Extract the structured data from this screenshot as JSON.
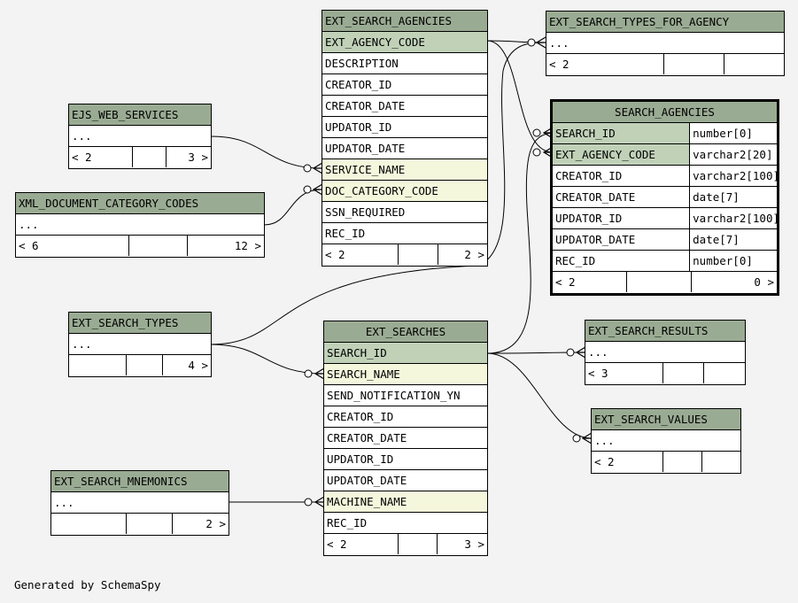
{
  "footer_text": "Generated by SchemaSpy",
  "tables": {
    "ext_search_agencies": {
      "title": "EXT_SEARCH_AGENCIES",
      "columns": [
        "EXT_AGENCY_CODE",
        "DESCRIPTION",
        "CREATOR_ID",
        "CREATOR_DATE",
        "UPDATOR_ID",
        "UPDATOR_DATE",
        "SERVICE_NAME",
        "DOC_CATEGORY_CODE",
        "SSN_REQUIRED",
        "REC_ID"
      ],
      "footer": {
        "left": "< 2",
        "right": "2 >"
      }
    },
    "ext_search_types_for_agency": {
      "title": "EXT_SEARCH_TYPES_FOR_AGENCY",
      "body": "...",
      "footer": {
        "left": "< 2",
        "right": ""
      }
    },
    "search_agencies": {
      "title": "SEARCH_AGENCIES",
      "columns": [
        {
          "name": "SEARCH_ID",
          "type": "number[0]"
        },
        {
          "name": "EXT_AGENCY_CODE",
          "type": "varchar2[20]"
        },
        {
          "name": "CREATOR_ID",
          "type": "varchar2[100]"
        },
        {
          "name": "CREATOR_DATE",
          "type": "date[7]"
        },
        {
          "name": "UPDATOR_ID",
          "type": "varchar2[100]"
        },
        {
          "name": "UPDATOR_DATE",
          "type": "date[7]"
        },
        {
          "name": "REC_ID",
          "type": "number[0]"
        }
      ],
      "footer": {
        "left": "< 2",
        "right": "0 >"
      }
    },
    "ejs_web_services": {
      "title": "EJS_WEB_SERVICES",
      "body": "...",
      "footer": {
        "left": "< 2",
        "right": "3 >"
      }
    },
    "xml_document_category_codes": {
      "title": "XML_DOCUMENT_CATEGORY_CODES",
      "body": "...",
      "footer": {
        "left": "< 6",
        "right": "12 >"
      }
    },
    "ext_search_types": {
      "title": "EXT_SEARCH_TYPES",
      "body": "...",
      "footer": {
        "left": "",
        "right": "4 >"
      }
    },
    "ext_searches": {
      "title": "EXT_SEARCHES",
      "columns": [
        "SEARCH_ID",
        "SEARCH_NAME",
        "SEND_NOTIFICATION_YN",
        "CREATOR_ID",
        "CREATOR_DATE",
        "UPDATOR_ID",
        "UPDATOR_DATE",
        "MACHINE_NAME",
        "REC_ID"
      ],
      "footer": {
        "left": "< 2",
        "right": "3 >"
      }
    },
    "ext_search_results": {
      "title": "EXT_SEARCH_RESULTS",
      "body": "...",
      "footer": {
        "left": "< 3",
        "right": ""
      }
    },
    "ext_search_values": {
      "title": "EXT_SEARCH_VALUES",
      "body": "...",
      "footer": {
        "left": "< 2",
        "right": ""
      }
    },
    "ext_search_mnemonics": {
      "title": "EXT_SEARCH_MNEMONICS",
      "body": "...",
      "footer": {
        "left": "",
        "right": "2 >"
      }
    }
  }
}
